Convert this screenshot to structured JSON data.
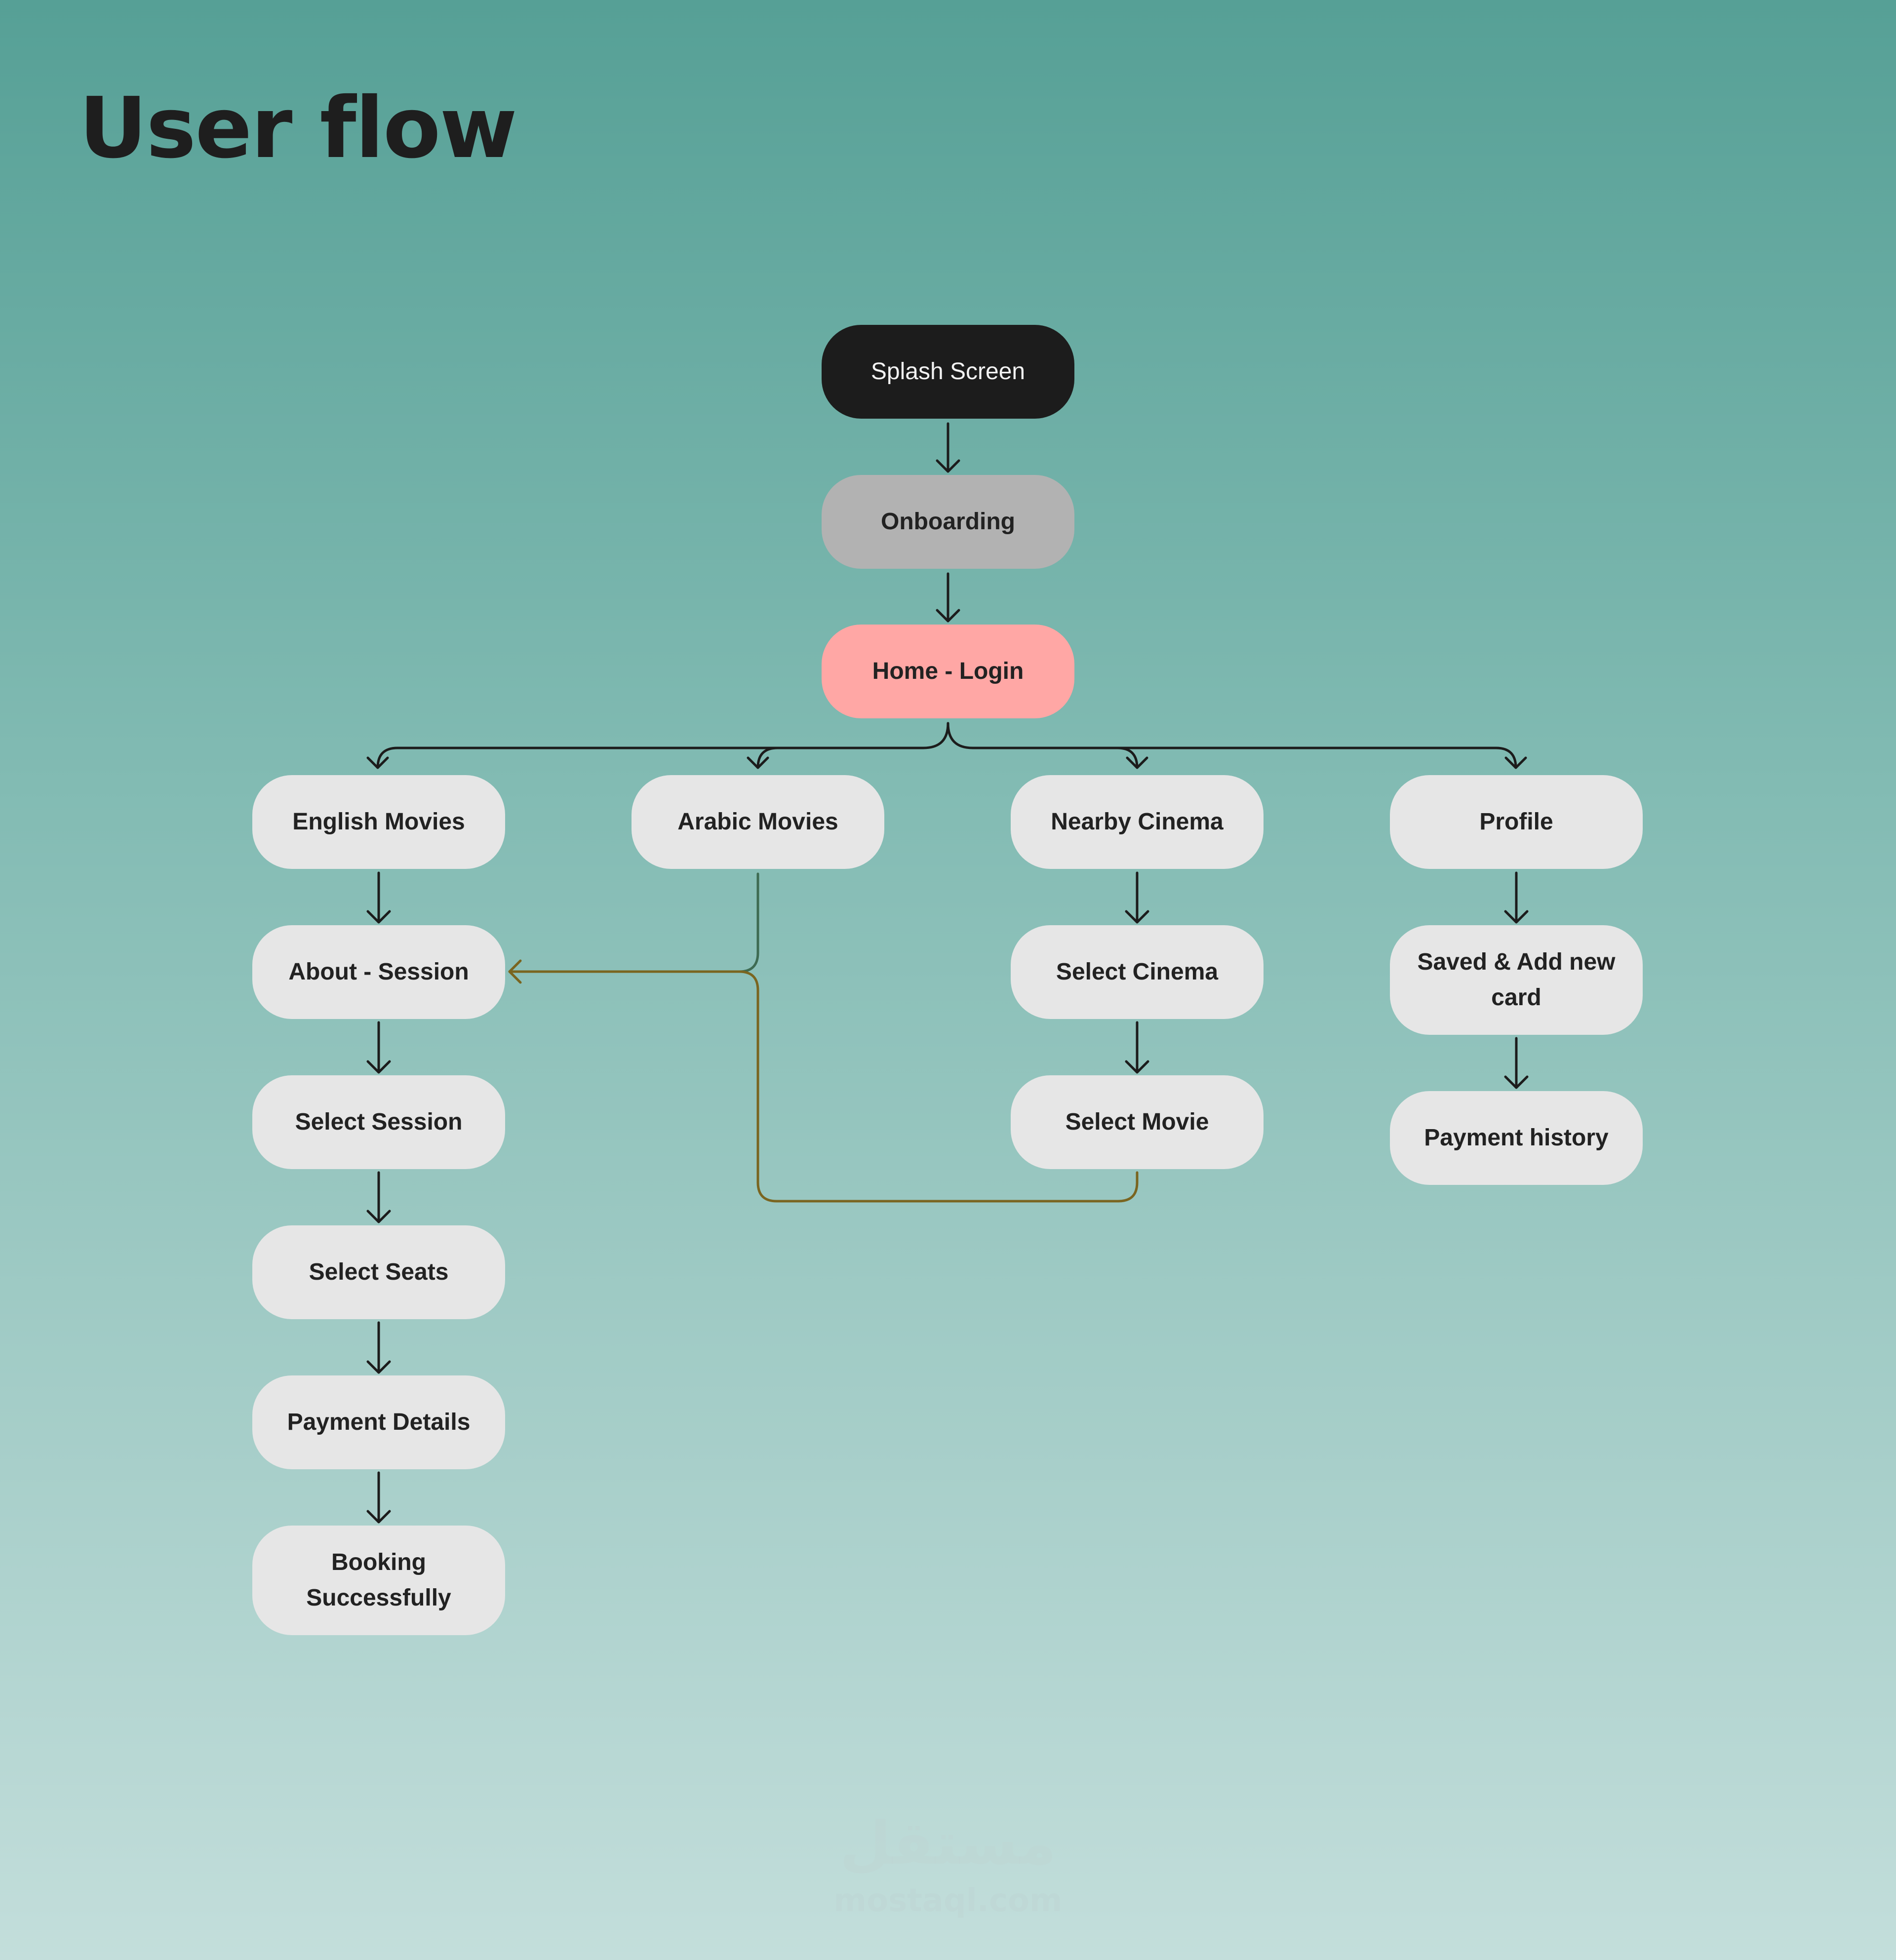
{
  "title": "User flow",
  "colors": {
    "background_top": "#56a096",
    "background_bottom": "#c3dedb",
    "splash_fill": "#1c1c1c",
    "onboarding_fill": "#b2b2b2",
    "home_fill": "#ffa7a5",
    "node_fill": "#e6e6e6",
    "connector": "#1c1c1c",
    "connector_green": "#3e6b52",
    "connector_olive": "#7a6520"
  },
  "nodes": {
    "splash_screen": "Splash Screen",
    "onboarding": "Onboarding",
    "home_login": "Home - Login",
    "english_movies": "English Movies",
    "arabic_movies": "Arabic Movies",
    "nearby_cinema": "Nearby Cinema",
    "profile": "Profile",
    "about_session": "About - Session",
    "select_session": "Select Session",
    "select_seats": "Select Seats",
    "payment_details": "Payment Details",
    "booking_successfully": "Booking Successfully",
    "select_cinema": "Select Cinema",
    "select_movie": "Select Movie",
    "saved_add_card": "Saved & Add new card",
    "payment_history": "Payment history"
  },
  "edges": [
    {
      "from": "splash_screen",
      "to": "onboarding"
    },
    {
      "from": "onboarding",
      "to": "home_login"
    },
    {
      "from": "home_login",
      "to": "english_movies"
    },
    {
      "from": "home_login",
      "to": "arabic_movies"
    },
    {
      "from": "home_login",
      "to": "nearby_cinema"
    },
    {
      "from": "home_login",
      "to": "profile"
    },
    {
      "from": "english_movies",
      "to": "about_session"
    },
    {
      "from": "arabic_movies",
      "to": "about_session"
    },
    {
      "from": "select_movie",
      "to": "about_session"
    },
    {
      "from": "about_session",
      "to": "select_session"
    },
    {
      "from": "select_session",
      "to": "select_seats"
    },
    {
      "from": "select_seats",
      "to": "payment_details"
    },
    {
      "from": "payment_details",
      "to": "booking_successfully"
    },
    {
      "from": "nearby_cinema",
      "to": "select_cinema"
    },
    {
      "from": "select_cinema",
      "to": "select_movie"
    },
    {
      "from": "profile",
      "to": "saved_add_card"
    },
    {
      "from": "saved_add_card",
      "to": "payment_history"
    }
  ],
  "watermark": {
    "logo_text": "مستقل",
    "url": "mostaql.com"
  }
}
